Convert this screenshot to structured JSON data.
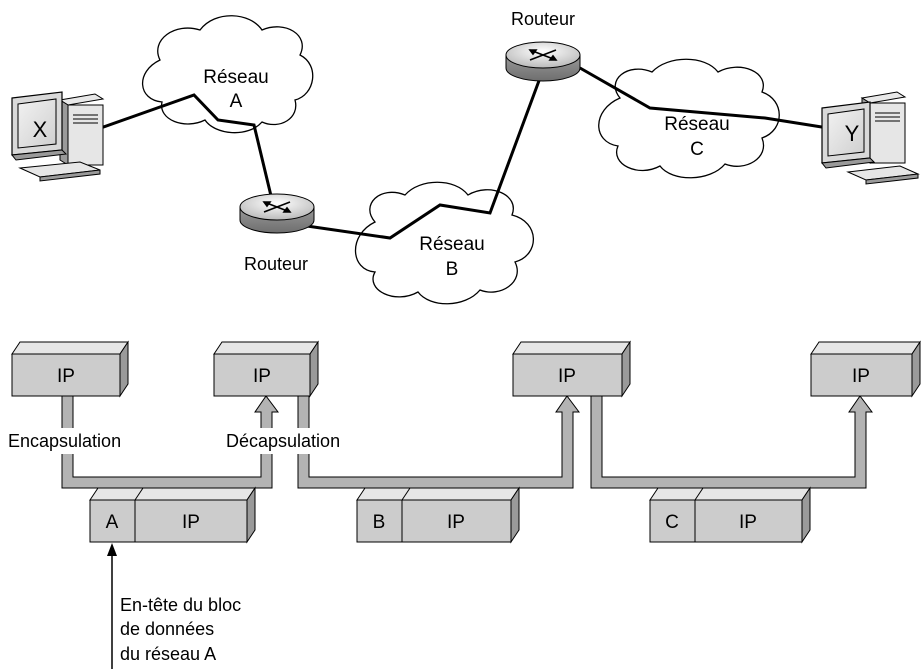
{
  "network": {
    "host_x": "X",
    "host_y": "Y",
    "net_a_line1": "Réseau",
    "net_a_line2": "A",
    "net_b_line1": "Réseau",
    "net_b_line2": "B",
    "net_c_line1": "Réseau",
    "net_c_line2": "C",
    "router_top_label": "Routeur",
    "router_left_label": "Routeur"
  },
  "stack": {
    "ip_boxes": [
      "IP",
      "IP",
      "IP",
      "IP"
    ],
    "encapsulation": "Encapsulation",
    "decapsulation": "Décapsulation"
  },
  "frames": [
    {
      "header": "A",
      "payload": "IP"
    },
    {
      "header": "B",
      "payload": "IP"
    },
    {
      "header": "C",
      "payload": "IP"
    }
  ],
  "annotation": {
    "line1": "En-tête du bloc",
    "line2": "de données",
    "line3": "du réseau A"
  },
  "colors": {
    "box_fill": "#cccccc",
    "box_top": "#e6e6e6",
    "box_side": "#9a9a9a",
    "pipe": "#b3b3b3",
    "cloud": "#ffffff"
  }
}
